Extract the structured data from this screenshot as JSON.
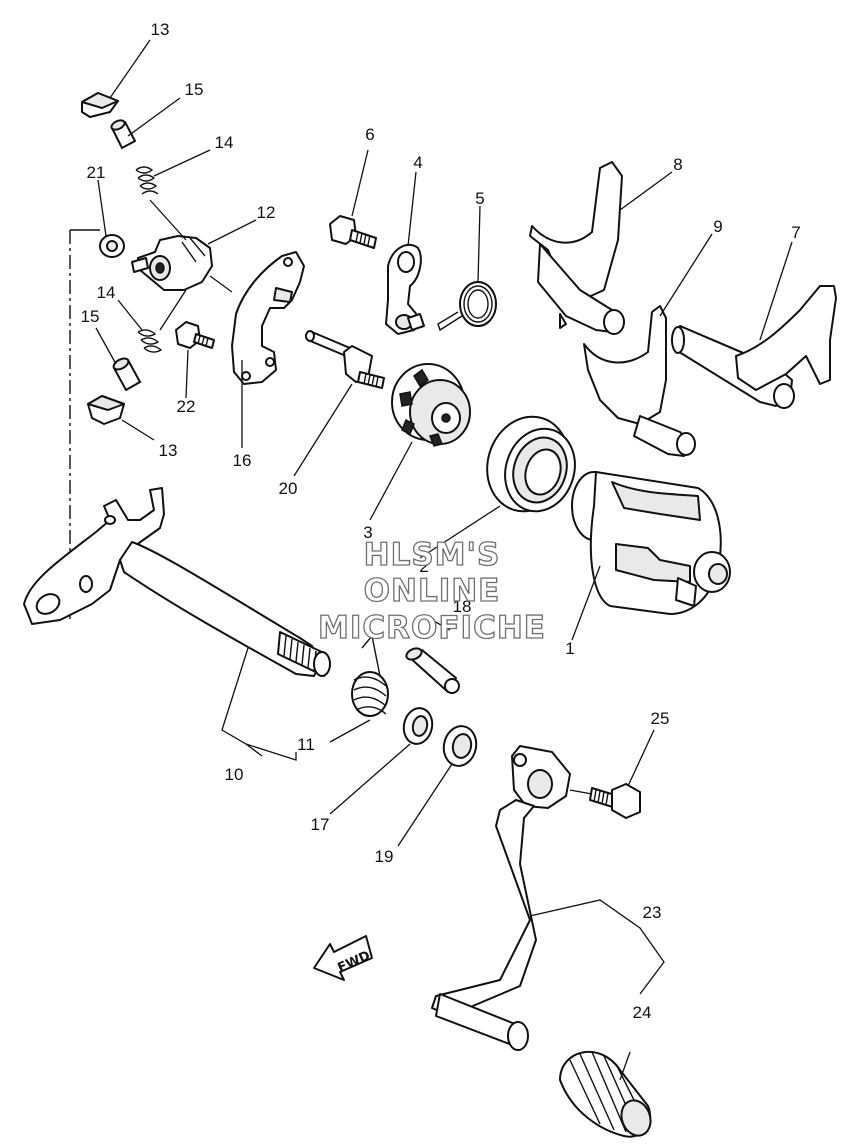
{
  "callouts": [
    {
      "id": "lbl-13a",
      "text": "13"
    },
    {
      "id": "lbl-15a",
      "text": "15"
    },
    {
      "id": "lbl-14a",
      "text": "14"
    },
    {
      "id": "lbl-21",
      "text": "21"
    },
    {
      "id": "lbl-12",
      "text": "12"
    },
    {
      "id": "lbl-14b",
      "text": "14"
    },
    {
      "id": "lbl-15b",
      "text": "15"
    },
    {
      "id": "lbl-22",
      "text": "22"
    },
    {
      "id": "lbl-13b",
      "text": "13"
    },
    {
      "id": "lbl-16",
      "text": "16"
    },
    {
      "id": "lbl-6",
      "text": "6"
    },
    {
      "id": "lbl-4",
      "text": "4"
    },
    {
      "id": "lbl-5",
      "text": "5"
    },
    {
      "id": "lbl-20",
      "text": "20"
    },
    {
      "id": "lbl-3",
      "text": "3"
    },
    {
      "id": "lbl-2",
      "text": "2"
    },
    {
      "id": "lbl-8",
      "text": "8"
    },
    {
      "id": "lbl-9",
      "text": "9"
    },
    {
      "id": "lbl-7",
      "text": "7"
    },
    {
      "id": "lbl-1",
      "text": "1"
    },
    {
      "id": "lbl-18",
      "text": "18"
    },
    {
      "id": "lbl-10",
      "text": "10"
    },
    {
      "id": "lbl-11",
      "text": "11"
    },
    {
      "id": "lbl-17",
      "text": "17"
    },
    {
      "id": "lbl-19",
      "text": "19"
    },
    {
      "id": "lbl-25",
      "text": "25"
    },
    {
      "id": "lbl-23",
      "text": "23"
    },
    {
      "id": "lbl-24",
      "text": "24"
    }
  ],
  "watermark": {
    "line1": "HLSM'S",
    "line2": "ONLINE",
    "line3": "MICROFICHE"
  },
  "direction_marker": "FWD"
}
